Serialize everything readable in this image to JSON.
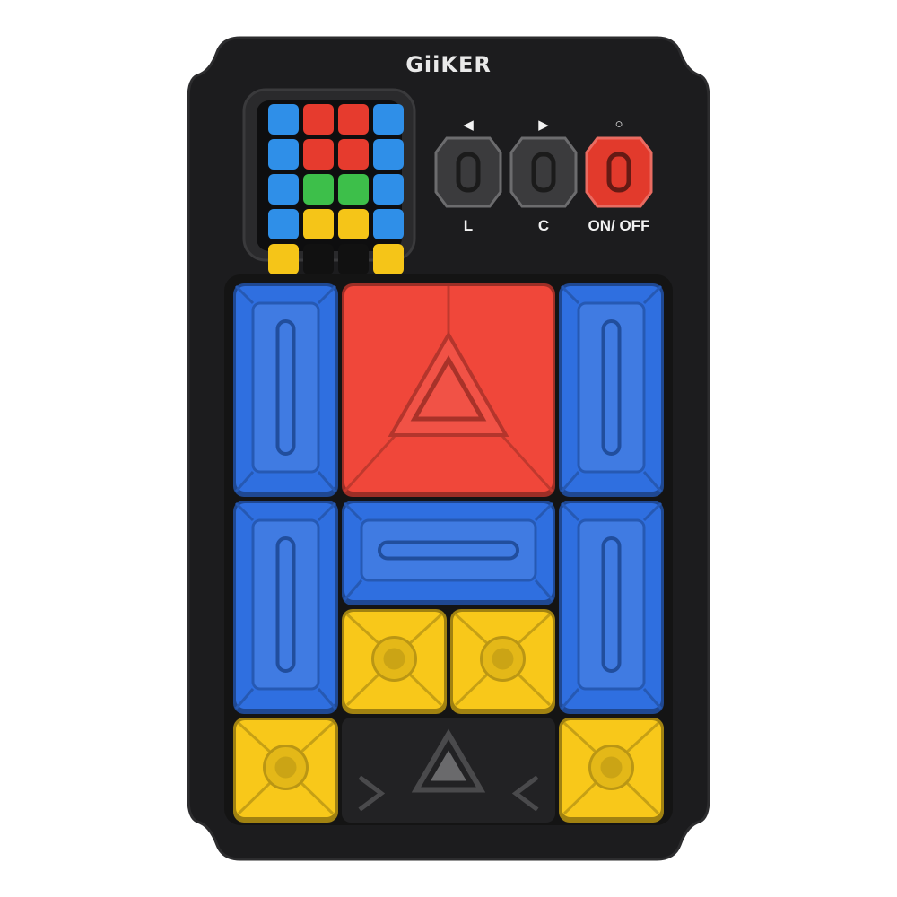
{
  "device": {
    "brand": "GiiKER",
    "body_color": "#1c1c1e",
    "tray_color": "#141414"
  },
  "buttons": [
    {
      "id": "left",
      "label": "L",
      "glyph": "◀",
      "color": "#3b3b3d",
      "icon": "arrow-left"
    },
    {
      "id": "center",
      "label": "C",
      "glyph": "▶",
      "color": "#3b3b3d",
      "icon": "arrow-right"
    },
    {
      "id": "power",
      "label": "ON/ OFF",
      "glyph": "○",
      "color": "#e23a2c",
      "icon": "power-circle"
    }
  ],
  "preview_grid": {
    "columns": 4,
    "rows": 5,
    "cells": [
      [
        "#2f8fe8",
        "#e63b2e",
        "#e63b2e",
        "#2f8fe8"
      ],
      [
        "#2f8fe8",
        "#e63b2e",
        "#e63b2e",
        "#2f8fe8"
      ],
      [
        "#2f8fe8",
        "#3dbf4a",
        "#3dbf4a",
        "#2f8fe8"
      ],
      [
        "#2f8fe8",
        "#f5c518",
        "#f5c518",
        "#2f8fe8"
      ],
      [
        "#f5c518",
        "#111111",
        "#111111",
        "#f5c518"
      ]
    ]
  },
  "puzzle": {
    "columns": 4,
    "rows": 5,
    "colors": {
      "blue": "#2f6fe0",
      "red": "#f0473a",
      "yellow": "#f8c81a"
    },
    "blocks": [
      {
        "type": "vertical",
        "color": "blue",
        "col": 0,
        "row": 0
      },
      {
        "type": "target",
        "color": "red",
        "col": 1,
        "row": 0
      },
      {
        "type": "vertical",
        "color": "blue",
        "col": 3,
        "row": 0
      },
      {
        "type": "vertical",
        "color": "blue",
        "col": 0,
        "row": 2
      },
      {
        "type": "horizontal",
        "color": "blue",
        "col": 1,
        "row": 2
      },
      {
        "type": "vertical",
        "color": "blue",
        "col": 3,
        "row": 2
      },
      {
        "type": "single",
        "color": "yellow",
        "col": 1,
        "row": 3
      },
      {
        "type": "single",
        "color": "yellow",
        "col": 2,
        "row": 3
      },
      {
        "type": "single",
        "color": "yellow",
        "col": 0,
        "row": 4
      },
      {
        "type": "single",
        "color": "yellow",
        "col": 3,
        "row": 4
      }
    ],
    "exit": {
      "col": 1,
      "row": 4,
      "span": 2,
      "icon": "exit-triangle-icon"
    }
  }
}
